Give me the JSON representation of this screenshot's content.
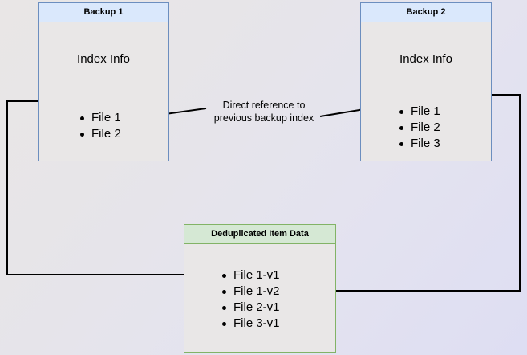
{
  "diagram": {
    "title_hidden": "Backup deduplication reference diagram",
    "background": {
      "gradient_from": "#e9e6e6",
      "gradient_to": "#dedef3"
    },
    "palette": {
      "blue_border": "#6c8ebf",
      "blue_header": "#dae8fc",
      "green_border": "#82b366",
      "green_header": "#d5e8d4",
      "node_body": "#e9e7e7",
      "edge_stroke": "#000000",
      "text": "#000000"
    },
    "nodes": [
      {
        "id": "backup1",
        "title": "Backup 1",
        "section_label": "Index Info",
        "files": [
          "File 1",
          "File 2"
        ]
      },
      {
        "id": "backup2",
        "title": "Backup 2",
        "section_label": "Index Info",
        "files": [
          "File 1",
          "File 2",
          "File 3"
        ]
      },
      {
        "id": "dedup",
        "title": "Deduplicated Item Data",
        "files": [
          "File 1-v1",
          "File 1-v2",
          "File 2-v1",
          "File 3-v1"
        ]
      }
    ],
    "edge_labels": {
      "direct_reference": "Direct reference to\nprevious backup index"
    }
  }
}
